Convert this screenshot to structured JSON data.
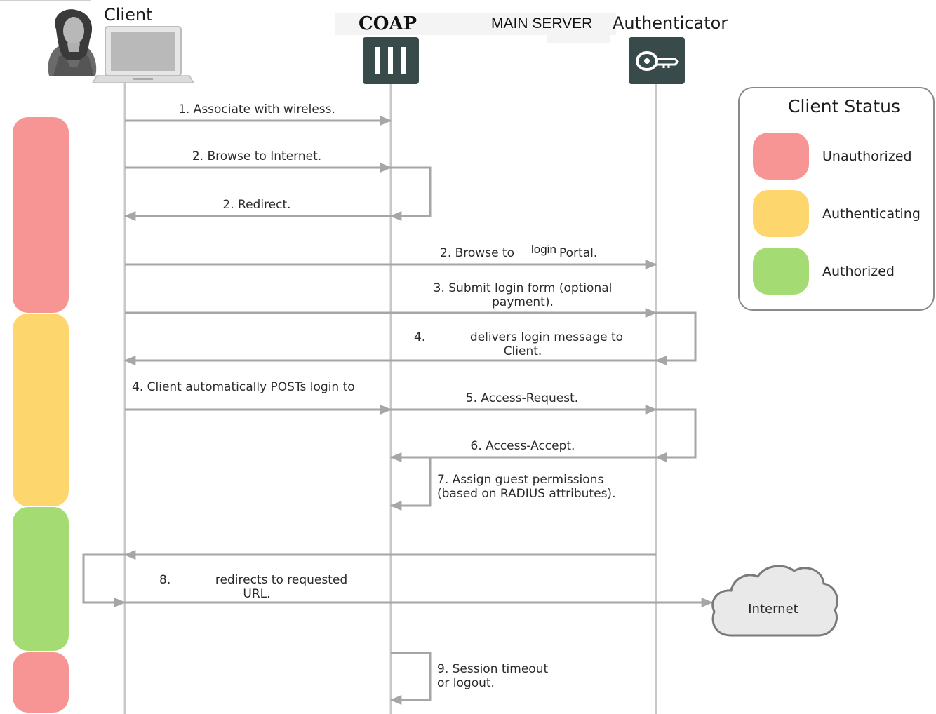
{
  "actors": {
    "client": "Client",
    "coap": "COAP",
    "main_server": "MAIN SERVER",
    "authenticator": "Authenticator"
  },
  "messages": {
    "m1": "1. Associate with wireless.",
    "m2": "2. Browse to Internet.",
    "m3": "2. Redirect.",
    "m4a": "2. Browse to",
    "m4b": "login",
    "m4c": "Portal.",
    "m5a": "3. Submit login form (optional",
    "m5b": "payment).",
    "m6n": "4.",
    "m6a": "delivers login message to",
    "m6b": "Client.",
    "m7": "4. Client automatically POSTs login to",
    "m8": "5. Access-Request.",
    "m9": "6. Access-Accept.",
    "m10a": "7. Assign guest permissions",
    "m10b": "(based on RADIUS attributes).",
    "m11n": "8.",
    "m11a": "redirects to requested",
    "m11b": "URL.",
    "m12a": "9. Session timeout",
    "m12b": "or logout."
  },
  "cloud": {
    "label": "Internet"
  },
  "legend": {
    "title": "Client Status",
    "items": [
      {
        "label": "Unauthorized",
        "color": "#f79595"
      },
      {
        "label": "Authenticating",
        "color": "#fdd66e"
      },
      {
        "label": "Authorized",
        "color": "#a4db72"
      }
    ]
  },
  "colors": {
    "unauthorized": "#f79595",
    "authenticating": "#fdd66e",
    "authorized": "#a4db72",
    "lifeline": "#c8c8c8",
    "arrow": "#a6a6a6",
    "icon_bg": "#384a4a"
  }
}
